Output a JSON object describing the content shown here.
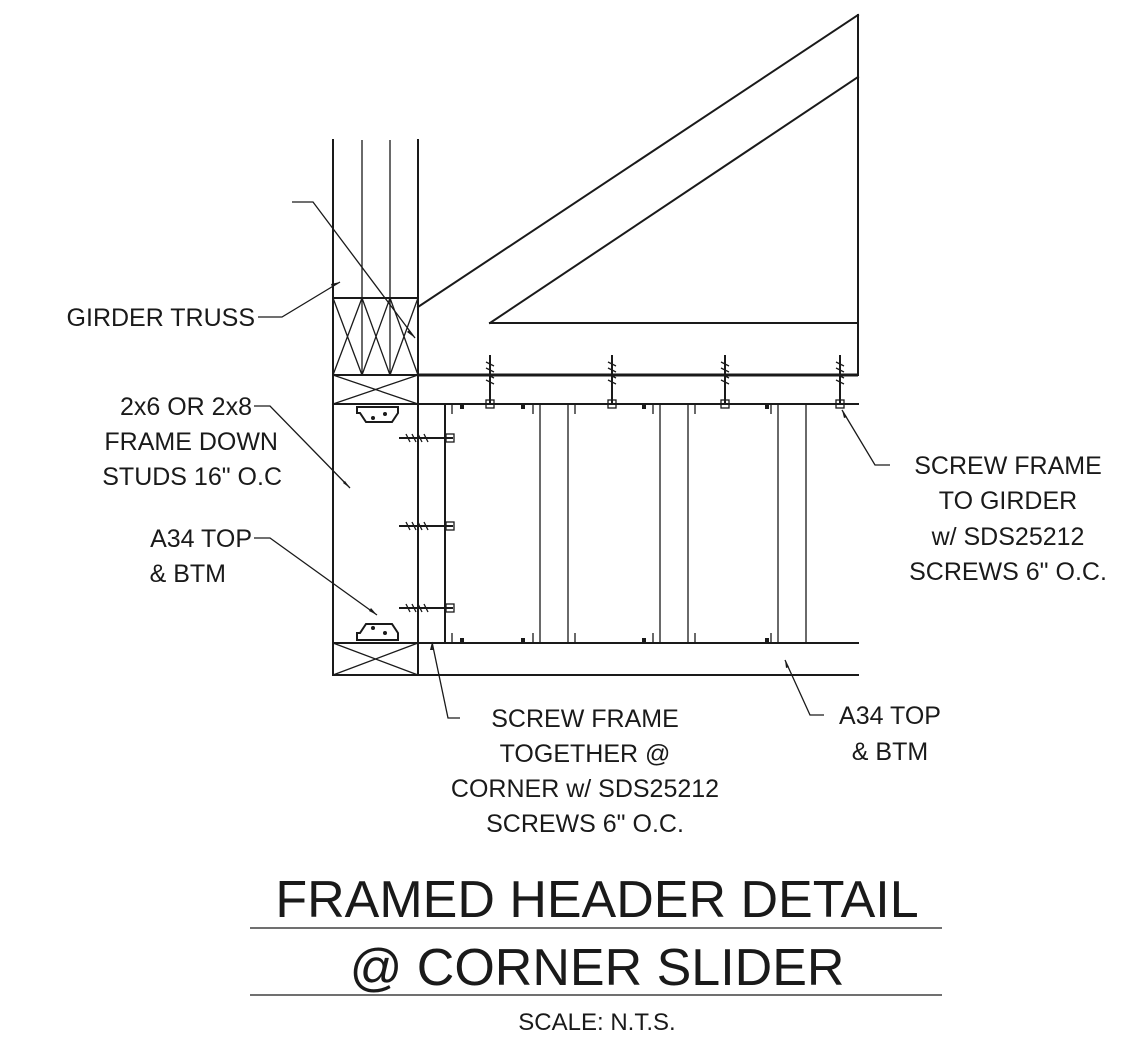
{
  "labels": {
    "girder_truss": "GIRDER TRUSS",
    "frame_down": [
      "2x6 OR 2x8",
      "FRAME DOWN",
      "STUDS 16\" O.C"
    ],
    "a34_left": [
      "A34 TOP",
      "& BTM"
    ],
    "screw_girder": [
      "SCREW FRAME",
      "TO GIRDER",
      "w/ SDS25212",
      "SCREWS 6\" O.C."
    ],
    "screw_corner": [
      "SCREW FRAME",
      "TOGETHER @",
      "CORNER w/ SDS25212",
      "SCREWS 6\" O.C."
    ],
    "a34_right": [
      "A34 TOP",
      "& BTM"
    ]
  },
  "title": {
    "line1": "FRAMED HEADER DETAIL",
    "line2": "@ CORNER SLIDER",
    "scale": "SCALE: N.T.S."
  }
}
